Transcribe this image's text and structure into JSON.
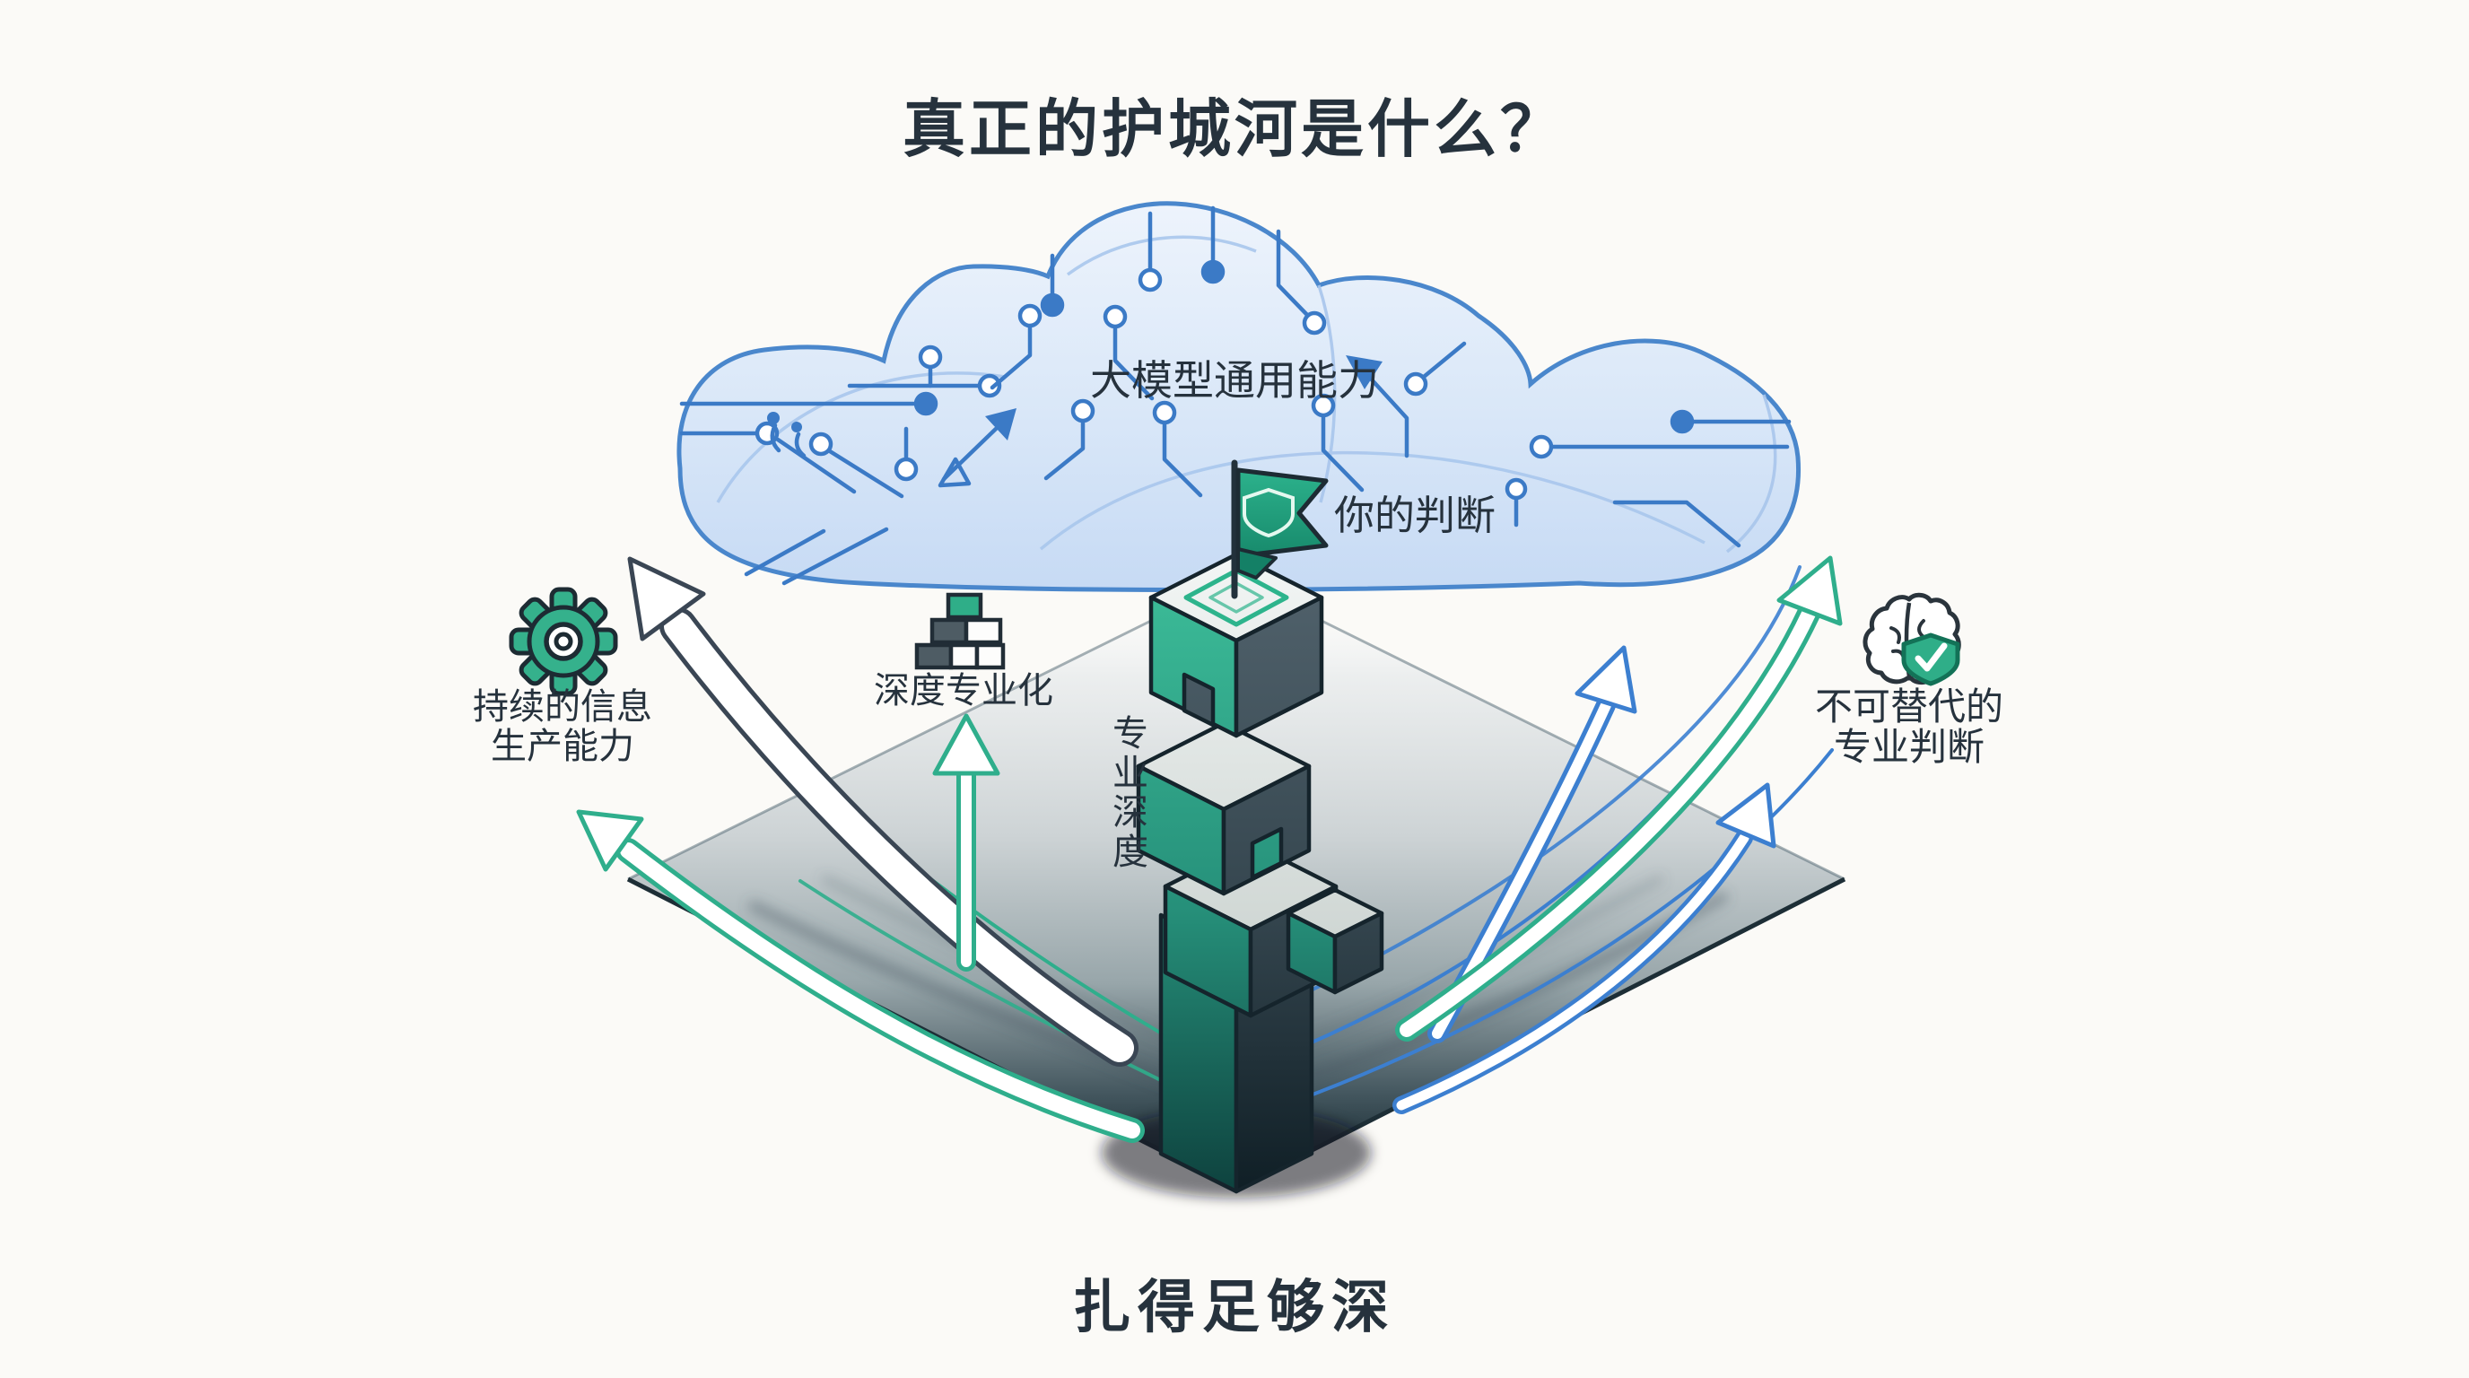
{
  "title": "真正的护城河是什么？",
  "cloud": {
    "label": "大模型通用能力"
  },
  "flag": {
    "label": "你的判断"
  },
  "pillar": {
    "depth_label": "专业深度"
  },
  "factors": {
    "left": {
      "line1": "持续的信息",
      "line2": "生产能力",
      "icon": "gear-icon"
    },
    "middle": {
      "label": "深度专业化",
      "icon": "stacked-blocks-icon"
    },
    "right": {
      "line1": "不可替代的",
      "line2": "专业判断",
      "icon": "brain-shield-icon"
    }
  },
  "footer": "扎得足够深",
  "colors": {
    "accent_green": "#2fae8c",
    "accent_blue": "#3c7fd0",
    "cloud_stroke": "#4a87cc",
    "ink": "#26323d",
    "pillar_teal": "#3ec09b",
    "pillar_slate": "#53646e",
    "ground_dark": "#0b181e"
  }
}
